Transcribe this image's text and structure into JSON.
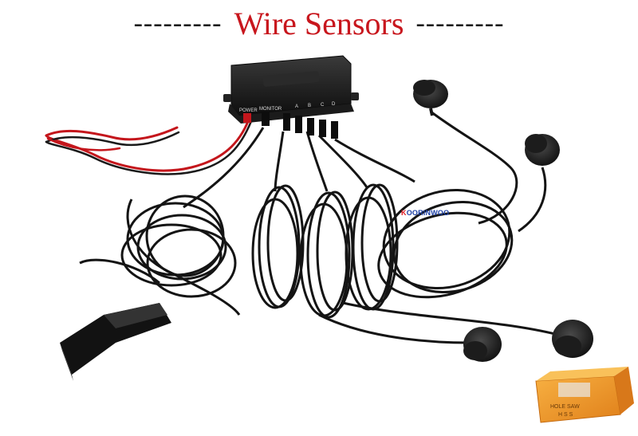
{
  "header": {
    "left_dashes": "---------",
    "title": "Wire Sensors",
    "right_dashes": "---------"
  },
  "control_box": {
    "ports": [
      "POWER",
      "MONITOR",
      "A",
      "B",
      "C",
      "D"
    ]
  },
  "brand": {
    "first_letter": "K",
    "rest": "OORINWOO"
  },
  "hole_saw_box": {
    "text_line1": "HOLE SAW",
    "text_line2": "H S S"
  },
  "colors": {
    "title_red": "#c8161d",
    "box_orange": "#f39a21",
    "cable_black": "#141414",
    "power_red": "#c4161c"
  }
}
